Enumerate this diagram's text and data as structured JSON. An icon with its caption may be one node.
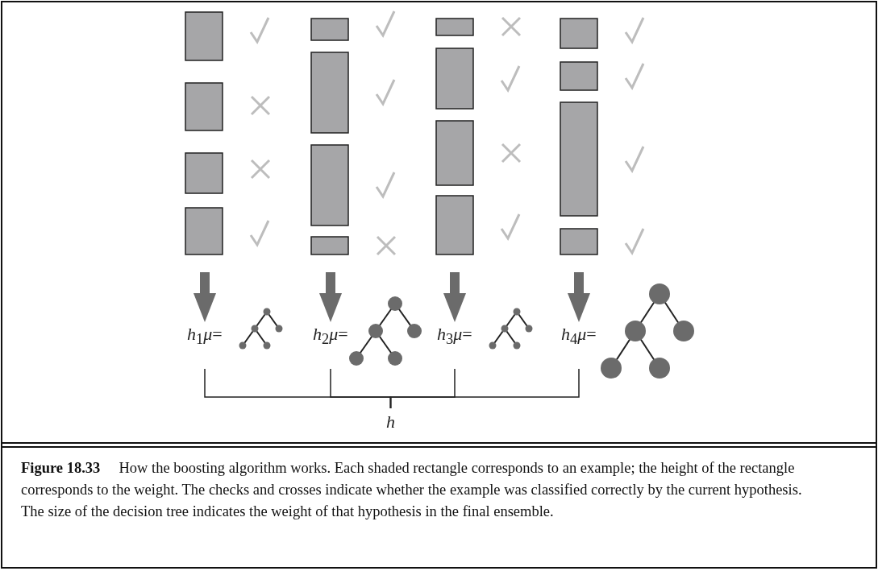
{
  "diagram": {
    "caption": "**Figure 18.33**     How the boosting algorithm works. Each shaded rectangle corresponds to an example; the height of the rectangle corresponds to the weight. The checks and crosses indicate whether the example was classified correctly by the current hypothesis. The size of the decision tree indicates the weight of that hypothesis in the final ensemble.",
    "nodes": [
      {
        "text": [
          "*h*$_{1}$*μ*="
        ]
      },
      {
        "text": [
          "*h*$_{2}$*μ*="
        ]
      },
      {
        "text": [
          "*h*$_{3}$*μ*="
        ]
      },
      {
        "text": [
          "*h*$_{4}$*μ*="
        ]
      },
      {
        "text": [
          "*h*"
        ]
      }
    ],
    "edges": [
      {
        "from": null,
        "to": 0,
        "arrow": "to",
        "style": "thick"
      },
      {
        "from": null,
        "to": 1,
        "arrow": "to",
        "style": "thick"
      },
      {
        "from": null,
        "to": 2,
        "arrow": "to",
        "style": "thick"
      },
      {
        "from": null,
        "to": 3,
        "arrow": "to",
        "style": "thick"
      },
      {
        "from": 0,
        "to": 4,
        "arrow": "none"
      },
      {
        "from": 1,
        "to": 4,
        "arrow": "none"
      },
      {
        "from": 2,
        "to": 4,
        "arrow": "none"
      },
      {
        "from": 3,
        "to": 4,
        "arrow": "none"
      }
    ]
  }
}
